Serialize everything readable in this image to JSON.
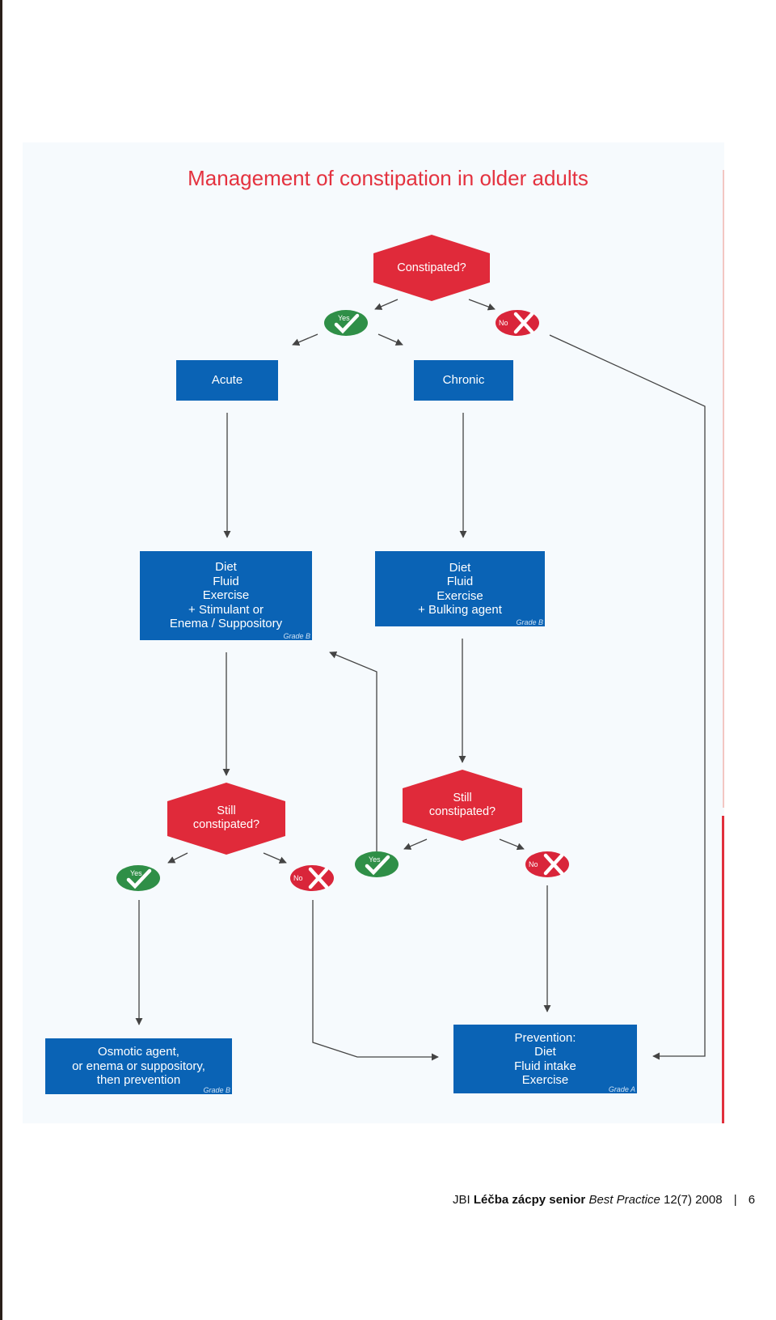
{
  "title": "Management of constipation in older adults",
  "nodes": {
    "constipated": "Constipated?",
    "acute": "Acute",
    "chronic": "Chronic",
    "acute_treatment": [
      "Diet",
      "Fluid",
      "Exercise",
      "+ Stimulant or",
      "Enema / Suppository"
    ],
    "acute_treatment_grade": "Grade B",
    "chronic_treatment": [
      "Diet",
      "Fluid",
      "Exercise",
      "+ Bulking agent"
    ],
    "chronic_treatment_grade": "Grade B",
    "still_constipated_left": [
      "Still",
      "constipated?"
    ],
    "still_constipated_right": [
      "Still",
      "constipated?"
    ],
    "osmotic": [
      "Osmotic agent,",
      "or enema or suppository,",
      "then prevention"
    ],
    "osmotic_grade": "Grade B",
    "prevention": [
      "Prevention:",
      "Diet",
      "Fluid intake",
      "Exercise"
    ],
    "prevention_grade": "Grade A"
  },
  "answers": {
    "yes": "Yes",
    "no": "No"
  },
  "colors": {
    "title": "#e4323f",
    "decision": "#e02a3a",
    "process": "#0a63b5",
    "yes_badge": "#2f8f47",
    "no_badge": "#d9253a",
    "arrow": "#444444"
  },
  "footer": {
    "org": "JBI",
    "title": "Léčba zácpy senior",
    "series": "Best Practice",
    "issue": "12(7) 2008",
    "separator": "|",
    "page": "6"
  }
}
